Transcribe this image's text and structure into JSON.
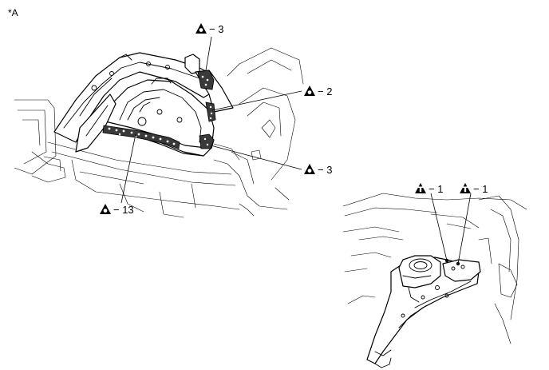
{
  "corner_label": "*A",
  "callouts": [
    {
      "id": "weld-top",
      "symbol": "spot-weld-icon",
      "text": "− 3"
    },
    {
      "id": "weld-right-upper",
      "symbol": "spot-weld-icon",
      "text": "− 2"
    },
    {
      "id": "weld-right-lower",
      "symbol": "spot-weld-icon",
      "text": "− 3"
    },
    {
      "id": "weld-bottom",
      "symbol": "spot-weld-icon",
      "text": "− 13"
    },
    {
      "id": "plug-left",
      "symbol": "plug-weld-icon",
      "text": "− 1"
    },
    {
      "id": "plug-right",
      "symbol": "plug-weld-icon",
      "text": "− 1"
    }
  ],
  "colors": {
    "line": "#000000",
    "weld_band": "#3a3a3a",
    "background": "#ffffff"
  }
}
